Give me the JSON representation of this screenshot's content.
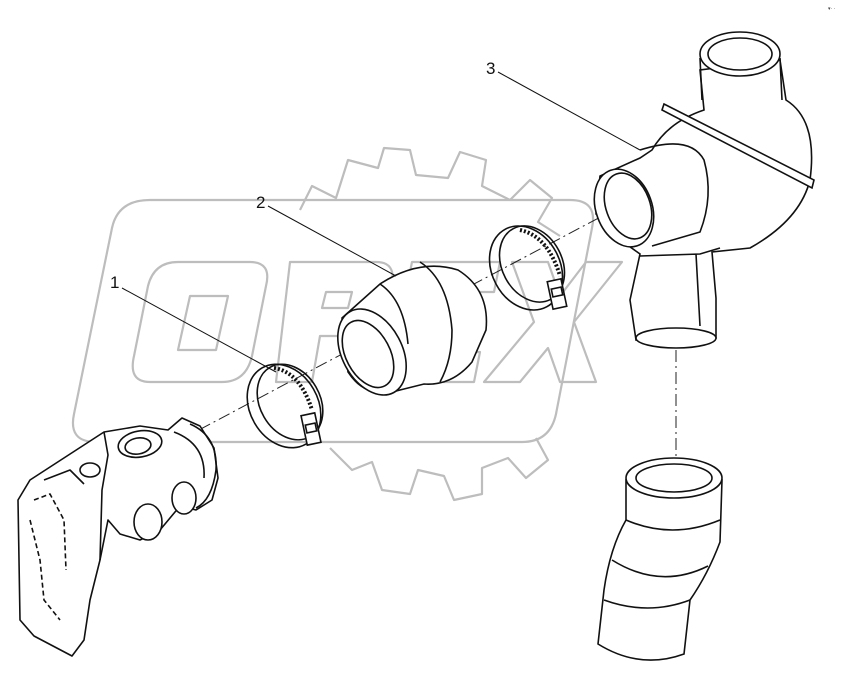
{
  "diagram": {
    "callouts": [
      {
        "label": "1"
      },
      {
        "label": "2"
      },
      {
        "label": "3"
      }
    ],
    "corner_mark": "▾· ·",
    "watermark": {
      "text": "OPEX",
      "role": "logo watermark with gear outline"
    },
    "parts": [
      {
        "name": "hose-clamp-small"
      },
      {
        "name": "reducer-hose-connector"
      },
      {
        "name": "hose-clamp-large"
      },
      {
        "name": "thermostat-housing-elbow"
      },
      {
        "name": "engine-block-outlet"
      },
      {
        "name": "lower-radiator-hose"
      }
    ]
  }
}
